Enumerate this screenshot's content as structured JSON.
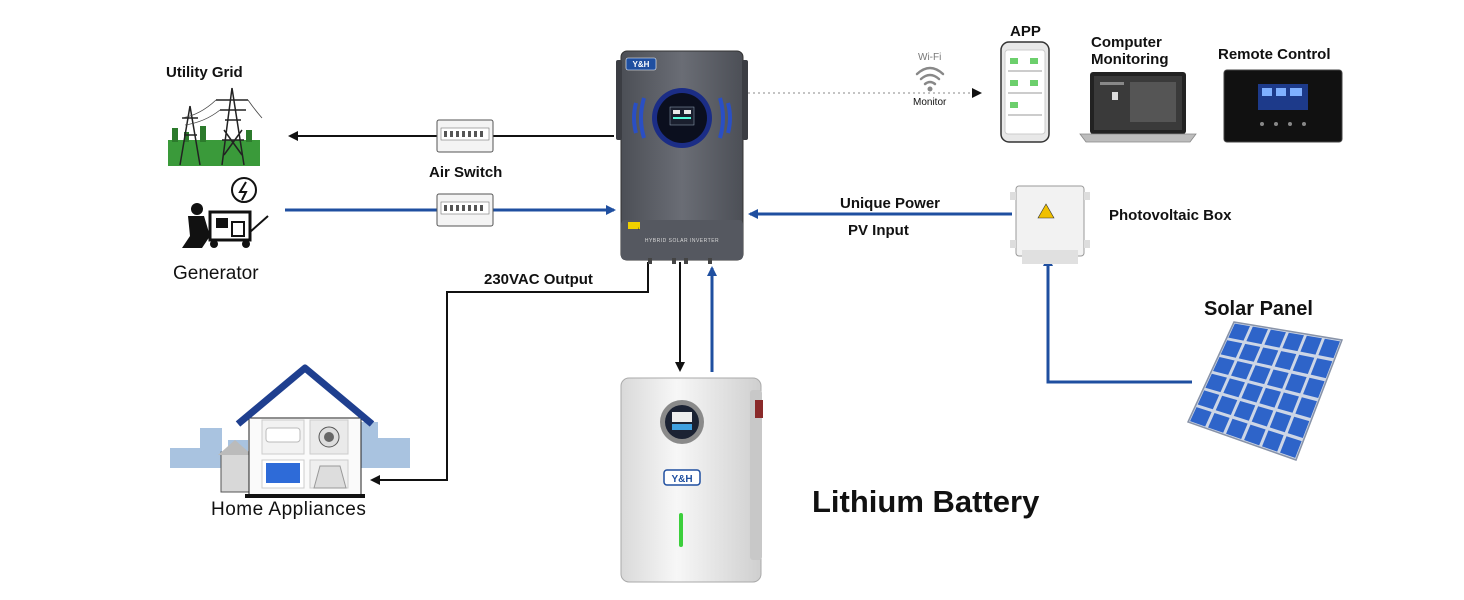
{
  "labels": {
    "utility_grid": "Utility Grid",
    "air_switch": "Air Switch",
    "generator": "Generator",
    "output_230vac": "230VAC Output",
    "home_appliances": "Home Appliances",
    "lithium_battery": "Lithium Battery",
    "unique_power": "Unique Power",
    "pv_input": "PV Input",
    "photovoltaic_box": "Photovoltaic Box",
    "solar_panel": "Solar Panel",
    "wifi": "Wi-Fi",
    "monitor": "Monitor",
    "app": "APP",
    "computer_monitoring_line1": "Computer",
    "computer_monitoring_line2": "Monitoring",
    "remote_control": "Remote Control"
  },
  "inverter": {
    "brand": "Y&H",
    "model_text": "HYBRID SOLAR INVERTER"
  },
  "battery": {
    "brand": "Y&H"
  },
  "colors": {
    "flow_blue": "#1f4fa0",
    "flow_black": "#111111",
    "inverter_body": "#5d6068",
    "inverter_ring": "#2a4fc4",
    "battery_body": "#eeeeee",
    "battery_led": "#3ccf3c",
    "grid_green": "#3a9a3a",
    "solar_cell": "#2e64c9"
  },
  "icons": [
    "wifi-icon",
    "power-tower-icon",
    "generator-icon",
    "house-icon",
    "solar-panel-icon",
    "phone-icon",
    "laptop-icon",
    "remote-display-icon",
    "warning-icon",
    "air-switch-icon",
    "battery-icon",
    "inverter-icon",
    "junction-box-icon"
  ]
}
